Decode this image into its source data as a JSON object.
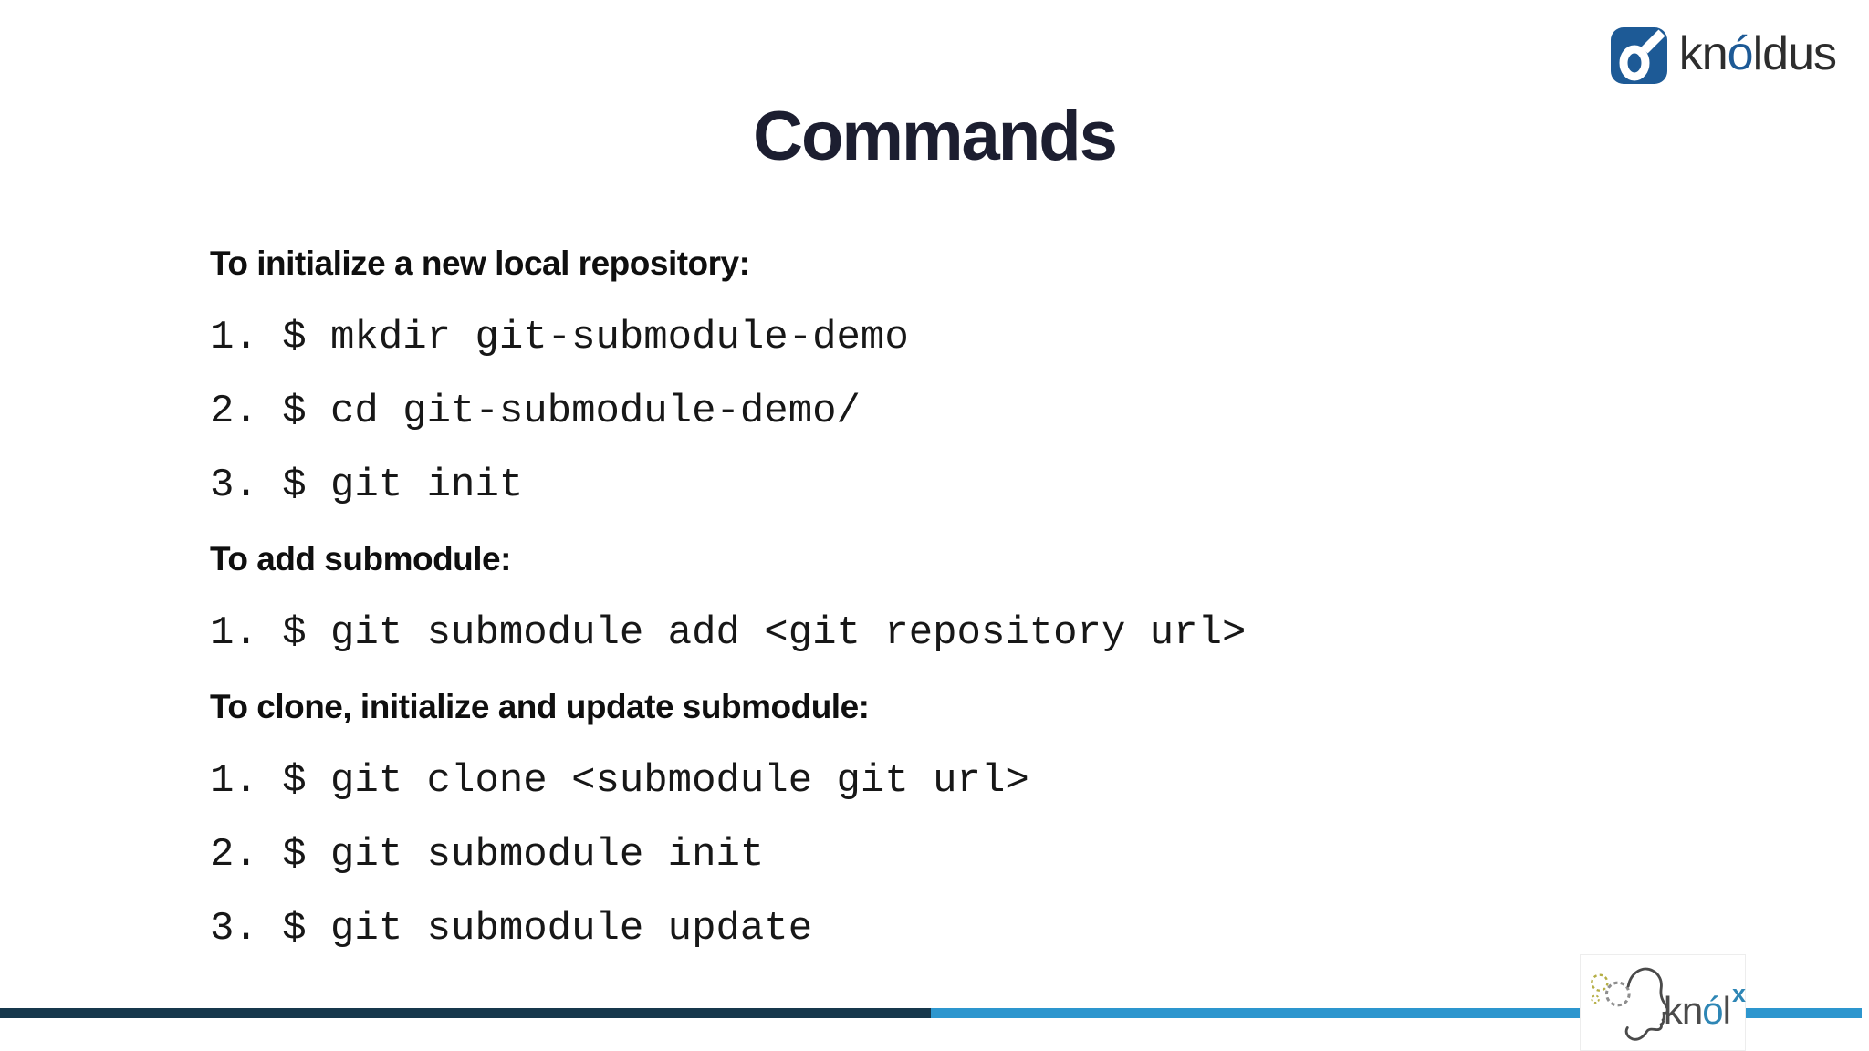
{
  "slide": {
    "title": "Commands"
  },
  "content": {
    "rows": [
      {
        "kind": "heading",
        "text": "To initialize a new local repository:"
      },
      {
        "kind": "command",
        "text": "1. $ mkdir git-submodule-demo"
      },
      {
        "kind": "command",
        "text": "2. $ cd git-submodule-demo/"
      },
      {
        "kind": "command",
        "text": "3. $ git init"
      },
      {
        "kind": "heading",
        "text": "To add submodule:"
      },
      {
        "kind": "command",
        "text": "1. $ git submodule add <git repository url>"
      },
      {
        "kind": "heading",
        "text": "To clone, initialize and update submodule:"
      },
      {
        "kind": "command",
        "text": "1. $ git clone <submodule git url>"
      },
      {
        "kind": "command",
        "text": "2. $ git submodule init"
      },
      {
        "kind": "command",
        "text": "3. $ git submodule update"
      }
    ]
  },
  "header_logo": {
    "prefix": "kn",
    "accent": "ó",
    "suffix": "ldus",
    "mark_glyph": "ó"
  },
  "footer_logo": {
    "prefix": "kn",
    "accent": "ó",
    "suffix": "l",
    "sup": "x"
  },
  "colors": {
    "brand_blue": "#1d5a96",
    "title_ink": "#1c1e30",
    "footer_bar_dark": "#16384c",
    "footer_bar_light": "#2d96ce",
    "knolx_blue": "#2e86b5",
    "knolx_gear_olive": "#b5ae45",
    "knolx_gear_gray": "#8e8e8e"
  }
}
